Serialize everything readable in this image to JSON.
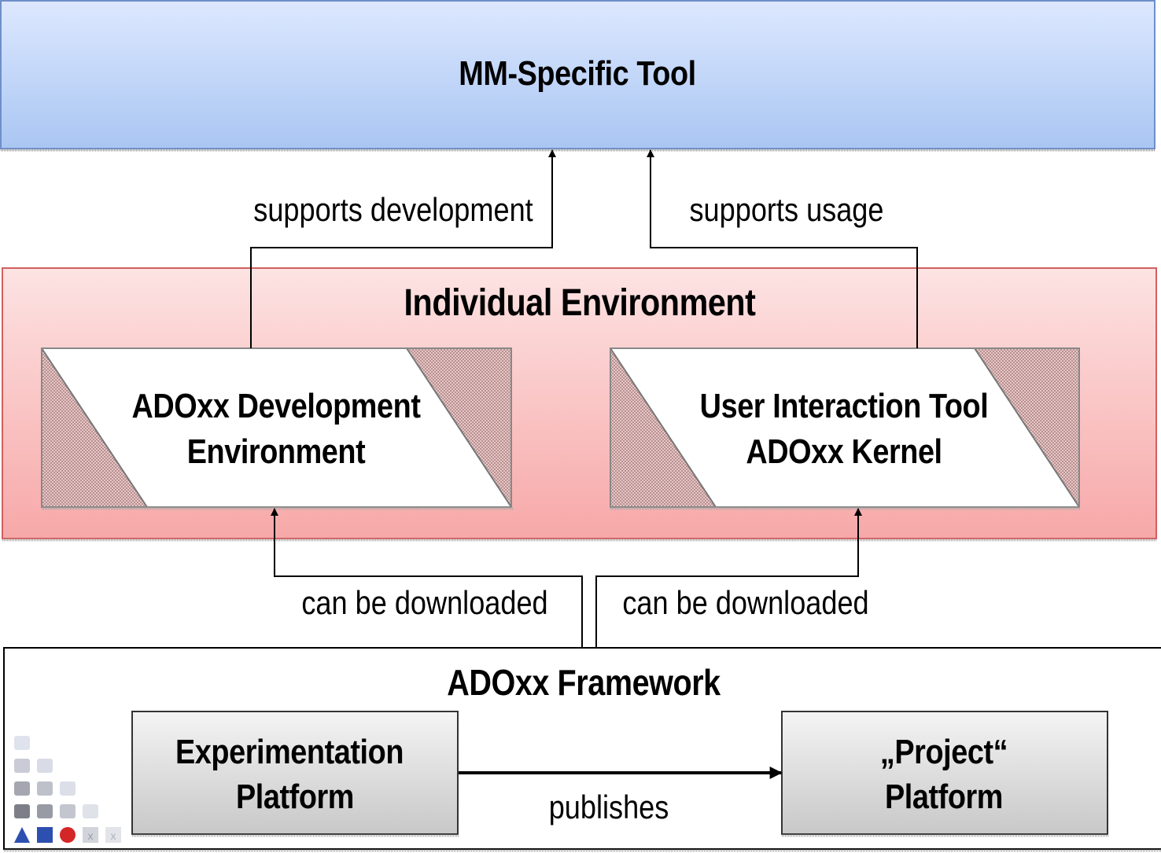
{
  "boxes": {
    "mm_tool": "MM-Specific Tool",
    "individual_env": "Individual Environment",
    "dev_env": {
      "line1": "ADOxx Development",
      "line2": "Environment"
    },
    "user_tool": {
      "line1": "User Interaction Tool",
      "line2": "ADOxx Kernel"
    },
    "framework": "ADOxx Framework",
    "experimentation": {
      "line1": "Experimentation",
      "line2": "Platform"
    },
    "project": {
      "line1": "„Project“",
      "line2": "Platform"
    }
  },
  "edges": {
    "supports_development": "supports development",
    "supports_usage": "supports usage",
    "download_left": "can be downloaded",
    "download_right": "can be downloaded",
    "publishes": "publishes"
  },
  "colors": {
    "top_gradient_start": "#dde8ff",
    "top_gradient_end": "#a9c6f2",
    "env_gradient_start": "#fde3e3",
    "env_gradient_end": "#f7a8a8",
    "hatch": "#c9a0a0",
    "platform_gradient_start": "#f4f4f4",
    "platform_gradient_end": "#c8c8c8"
  },
  "logo": {
    "shapes": [
      "triangle",
      "square",
      "circle",
      "x-box",
      "x-box"
    ],
    "colors": [
      "#2d4fb0",
      "#2d4fb0",
      "#d42626",
      "#c8c8d0",
      "#c8c8d0"
    ]
  }
}
